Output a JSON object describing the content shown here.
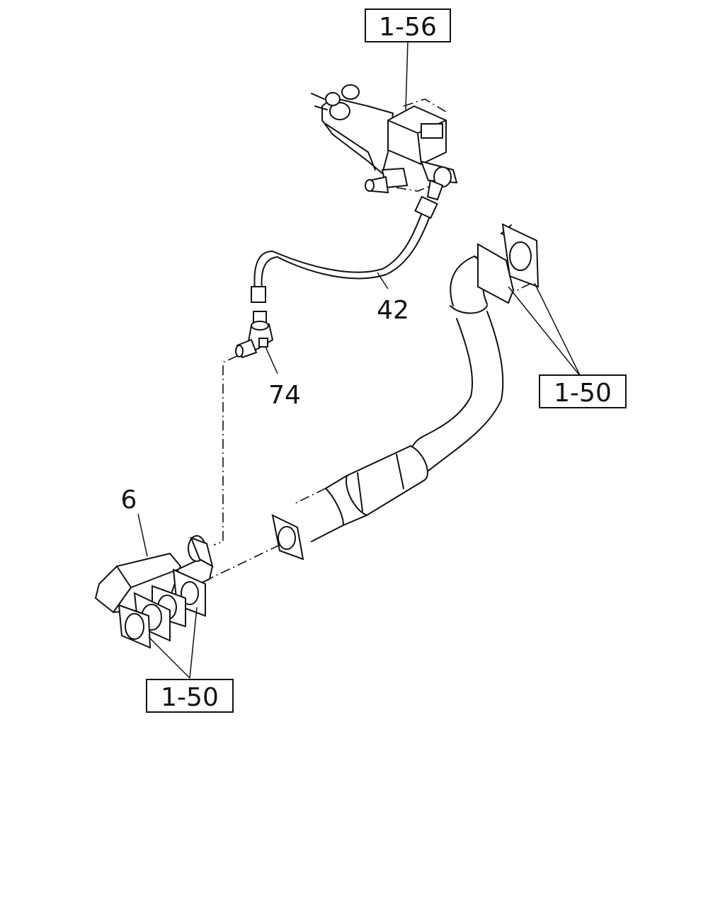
{
  "callouts": {
    "ref_top": "1-56",
    "ref_right": "1-50",
    "ref_bottom": "1-50",
    "part_42": "42",
    "part_74": "74",
    "part_6": "6"
  }
}
